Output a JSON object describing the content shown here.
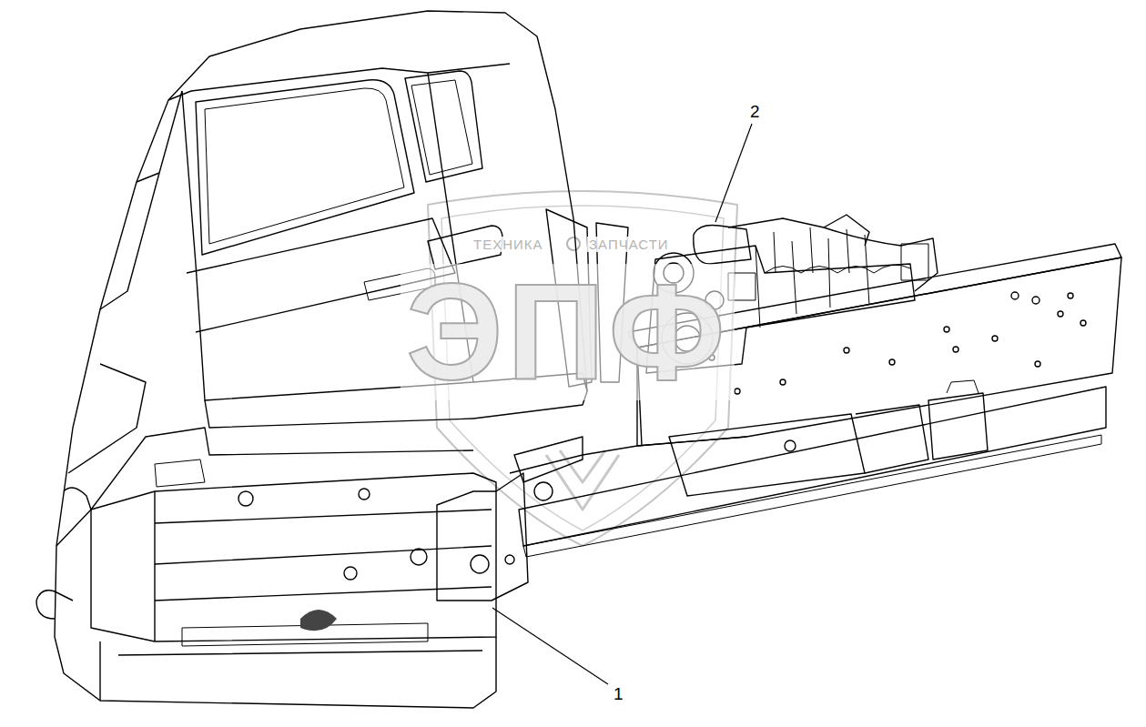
{
  "diagram": {
    "labels": [
      "2",
      "ТЕХНИКА",
      "ЗАПЧАСТИ",
      "ЭПФ",
      "1"
    ]
  }
}
